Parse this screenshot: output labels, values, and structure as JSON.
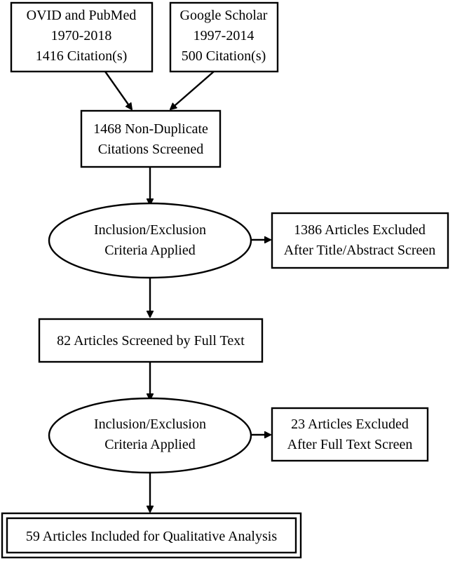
{
  "nodes": {
    "ovid": {
      "lines": [
        "OVID and PubMed",
        "1970-2018",
        "1416 Citation(s)"
      ]
    },
    "google": {
      "lines": [
        "Google Scholar",
        "1997-2014",
        "500 Citation(s)"
      ]
    },
    "nondup": {
      "lines": [
        "1468 Non-Duplicate",
        "Citations Screened"
      ]
    },
    "criteria1": {
      "lines": [
        "Inclusion/Exclusion",
        "Criteria Applied"
      ]
    },
    "excluded1": {
      "lines": [
        "1386 Articles Excluded",
        "After Title/Abstract Screen"
      ]
    },
    "fulltext": {
      "lines": [
        "82 Articles Screened by Full Text"
      ]
    },
    "criteria2": {
      "lines": [
        "Inclusion/Exclusion",
        "Criteria Applied"
      ]
    },
    "excluded2": {
      "lines": [
        "23 Articles Excluded",
        "After Full Text Screen"
      ]
    },
    "included": {
      "lines": [
        "59 Articles Included for Qualitative Analysis"
      ]
    }
  }
}
